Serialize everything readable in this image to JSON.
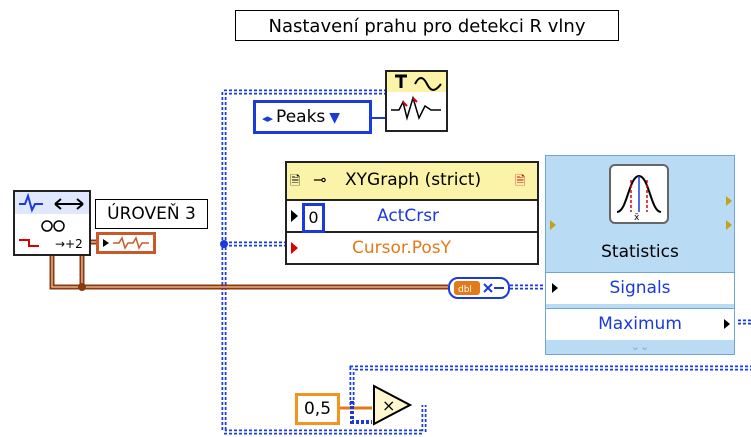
{
  "title_label": "Nastavení prahu pro detekci R vlny",
  "level_label": "ÚROVEŇ 3",
  "peaks_ring": {
    "value": "Peaks",
    "arrows": "◂▸",
    "dropdown": "▼"
  },
  "xygraph_node": {
    "header": "XYGraph (strict)",
    "index_value": "0",
    "property_1": "ActCrsr",
    "property_2": "Cursor.PosY"
  },
  "statistics_vi": {
    "label": "Statistics",
    "input_terminal": "Signals",
    "output_terminal": "Maximum"
  },
  "multiply_constant": "0,5",
  "colors": {
    "blue_wire": "#1a3adb",
    "orange_wire": "#e27a18",
    "waveform_wire": "#8a3a10",
    "express_vi_bg": "#b9dcf4",
    "property_header": "#fbf3a8"
  }
}
